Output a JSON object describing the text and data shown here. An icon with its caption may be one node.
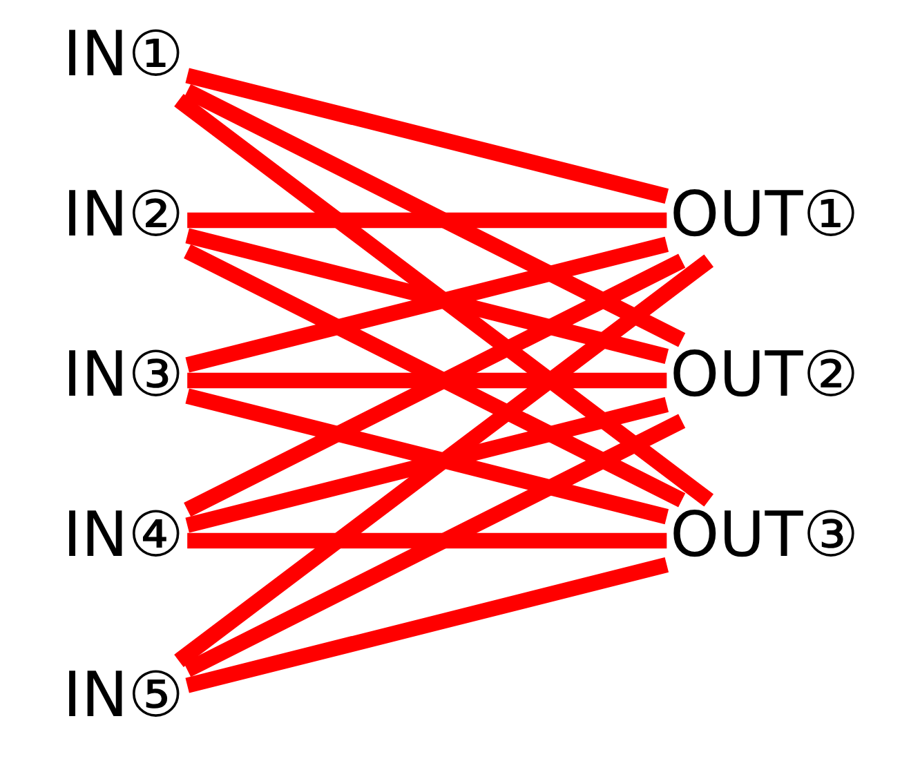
{
  "diagram": {
    "nodes": [
      {
        "text": [
          "IN①"
        ]
      },
      {
        "text": [
          "IN②"
        ]
      },
      {
        "text": [
          "IN③"
        ]
      },
      {
        "text": [
          "IN④"
        ]
      },
      {
        "text": [
          "IN⑤"
        ]
      },
      {
        "text": [
          "OUT①"
        ]
      },
      {
        "text": [
          "OUT②"
        ]
      },
      {
        "text": [
          "OUT③"
        ]
      }
    ],
    "edges": [
      {
        "from": 0,
        "to": 5,
        "arrow": "none"
      },
      {
        "from": 0,
        "to": 6,
        "arrow": "none"
      },
      {
        "from": 0,
        "to": 7,
        "arrow": "none"
      },
      {
        "from": 1,
        "to": 5,
        "arrow": "none"
      },
      {
        "from": 1,
        "to": 6,
        "arrow": "none"
      },
      {
        "from": 1,
        "to": 7,
        "arrow": "none"
      },
      {
        "from": 2,
        "to": 5,
        "arrow": "none"
      },
      {
        "from": 2,
        "to": 6,
        "arrow": "none"
      },
      {
        "from": 2,
        "to": 7,
        "arrow": "none"
      },
      {
        "from": 3,
        "to": 5,
        "arrow": "none"
      },
      {
        "from": 3,
        "to": 6,
        "arrow": "none"
      },
      {
        "from": 3,
        "to": 7,
        "arrow": "none"
      },
      {
        "from": 4,
        "to": 5,
        "arrow": "none"
      },
      {
        "from": 4,
        "to": 6,
        "arrow": "none"
      },
      {
        "from": 4,
        "to": 7,
        "arrow": "none"
      }
    ]
  }
}
